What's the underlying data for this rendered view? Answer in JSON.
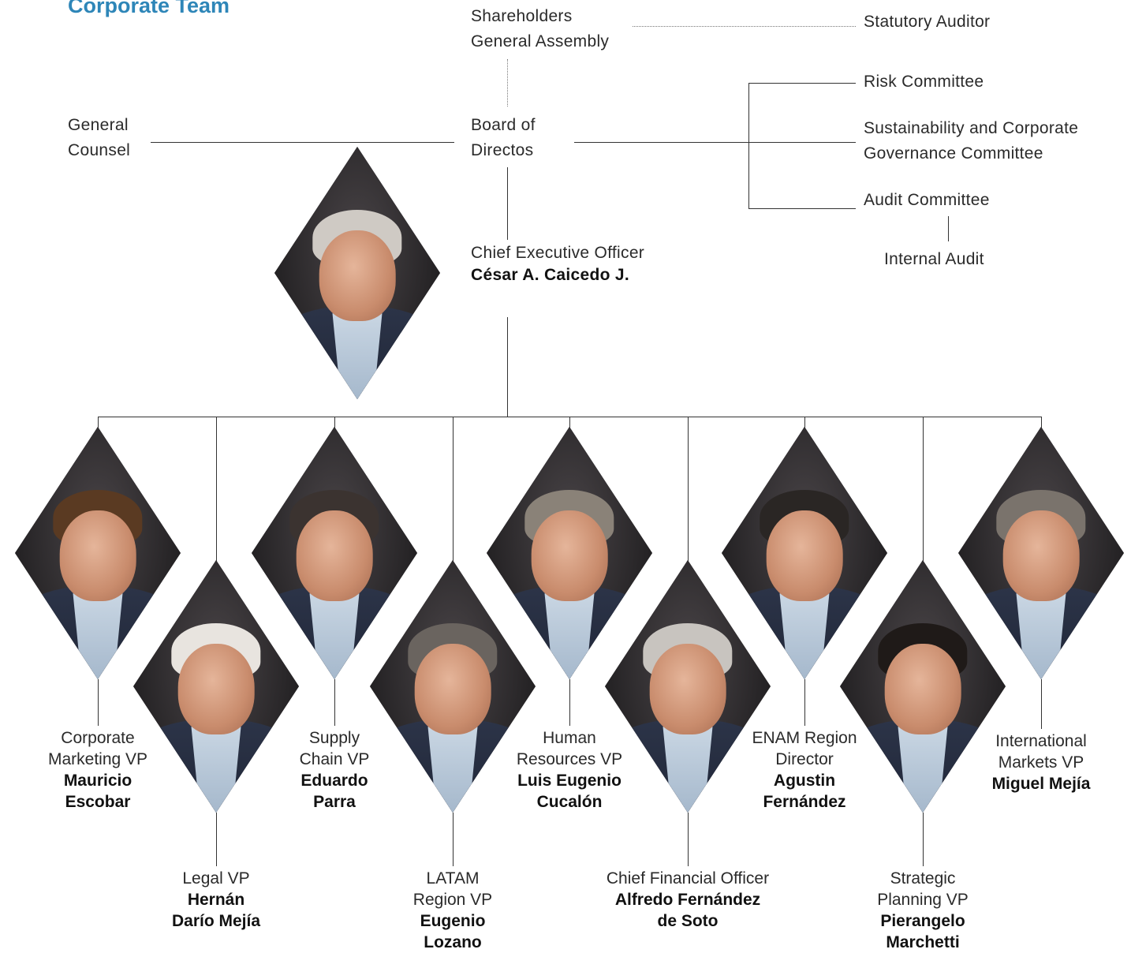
{
  "title": "Corporate Team",
  "governance": {
    "shareholders": "Shareholders\nGeneral Assembly",
    "statutory_auditor": "Statutory Auditor",
    "risk_committee": "Risk Committee",
    "sustainability_committee": "Sustainability and Corporate\nGovernance Committee",
    "audit_committee": "Audit Committee",
    "internal_audit": "Internal Audit",
    "general_counsel": "General\nCounsel",
    "board": "Board of\nDirectos"
  },
  "ceo": {
    "role": "Chief Executive Officer",
    "name": "César A. Caicedo J."
  },
  "executives": [
    {
      "role": "Corporate\nMarketing VP",
      "name": "Mauricio\nEscobar",
      "hair": "#5a3a22"
    },
    {
      "role": "Legal VP",
      "name": "Hernán\nDarío Mejía",
      "hair": "#e8e4df"
    },
    {
      "role": "Supply\nChain VP",
      "name": "Eduardo\nParra",
      "hair": "#3b3330"
    },
    {
      "role": "LATAM\nRegion VP",
      "name": "Eugenio\nLozano",
      "hair": "#6a645f"
    },
    {
      "role": "Human\nResources VP",
      "name": "Luis Eugenio\nCucalón",
      "hair": "#8a8278"
    },
    {
      "role": "Chief Financial Officer",
      "name": "Alfredo Fernández\nde Soto",
      "hair": "#c8c4bf"
    },
    {
      "role": "ENAM Region\nDirector",
      "name": "Agustin\nFernández",
      "hair": "#2a2624"
    },
    {
      "role": "Strategic\nPlanning VP",
      "name": "Pierangelo\nMarchetti",
      "hair": "#1f1a18"
    },
    {
      "role": "International\nMarkets VP",
      "name": "Miguel Mejía",
      "hair": "#7a736c"
    }
  ]
}
